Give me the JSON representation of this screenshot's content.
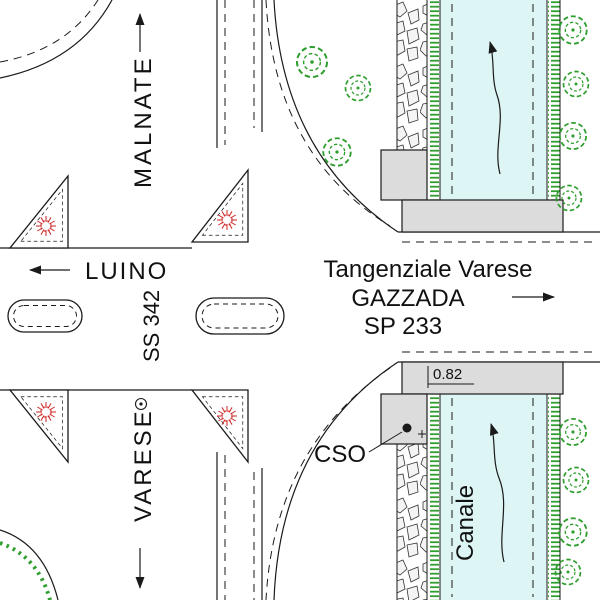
{
  "labels": {
    "malnate": "MALNATE",
    "luino": "LUINO",
    "ss342": "SS 342",
    "varese": "VARESE",
    "tangenziale": "Tangenziale Varese",
    "gazzada": "GAZZADA",
    "sp233": "SP 233",
    "canale": "Canale",
    "cso": "CSO",
    "dim_082": "0.82"
  },
  "colors": {
    "line": "#1a1a1a",
    "water": "#def5f5",
    "vegetation": "#2e9e2e",
    "island_marker_red": "#cc2222",
    "concrete_gray": "#dcdcdc"
  }
}
